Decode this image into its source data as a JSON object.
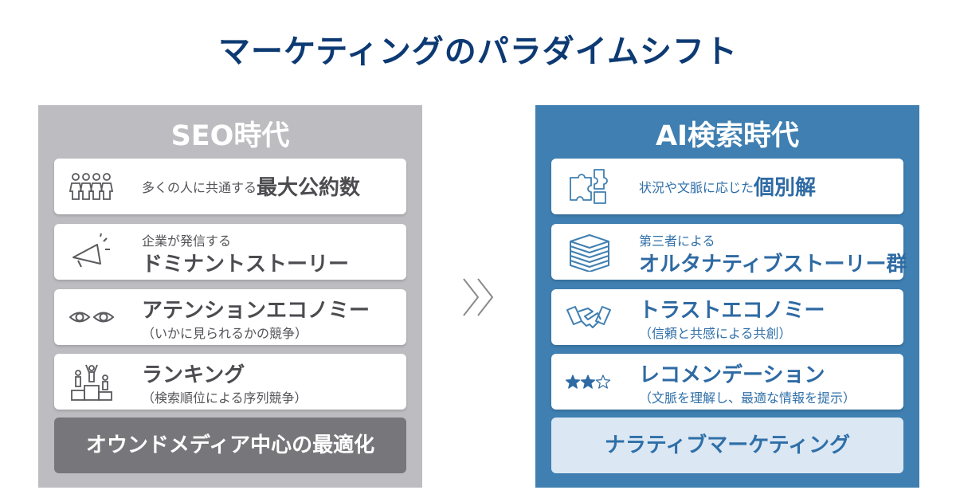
{
  "title": "マーケティングのパラダイムシフト",
  "left": {
    "heading": "SEO時代",
    "cards": [
      {
        "small": "多くの人に共通する",
        "big": "最大公約数",
        "icon": "group-people-icon"
      },
      {
        "small": "企業が発信する",
        "big": "ドミナントストーリー",
        "icon": "megaphone-icon"
      },
      {
        "big": "アテンションエコノミー",
        "sub": "（いかに見られるかの競争）",
        "icon": "eyes-icon"
      },
      {
        "big": "ランキング",
        "sub": "（検索順位による序列競争）",
        "icon": "podium-icon"
      }
    ],
    "bottom": "オウンドメディア中心の最適化"
  },
  "right": {
    "heading": "AI検索時代",
    "cards": [
      {
        "small": "状況や文脈に応じた",
        "big": "個別解",
        "icon": "puzzle-icon"
      },
      {
        "small": "第三者による",
        "big": "オルタナティブストーリー群",
        "icon": "books-icon"
      },
      {
        "big": "トラストエコノミー",
        "sub": "（信頼と共感による共創）",
        "icon": "handshake-icon"
      },
      {
        "big": "レコメンデーション",
        "sub": "（文脈を理解し、最適な情報を提示）",
        "icon": "rating-stars-icon"
      }
    ],
    "bottom": "ナラティブマーケティング"
  },
  "colors": {
    "title": "#0d3a73",
    "left_panel": "#bdbcc0",
    "left_bottom": "#77767a",
    "right_panel": "#3f7fb1",
    "right_bottom": "#dbe7f3",
    "right_text": "#2f6fa8"
  },
  "arrow_icon": "double-chevron-right-icon"
}
